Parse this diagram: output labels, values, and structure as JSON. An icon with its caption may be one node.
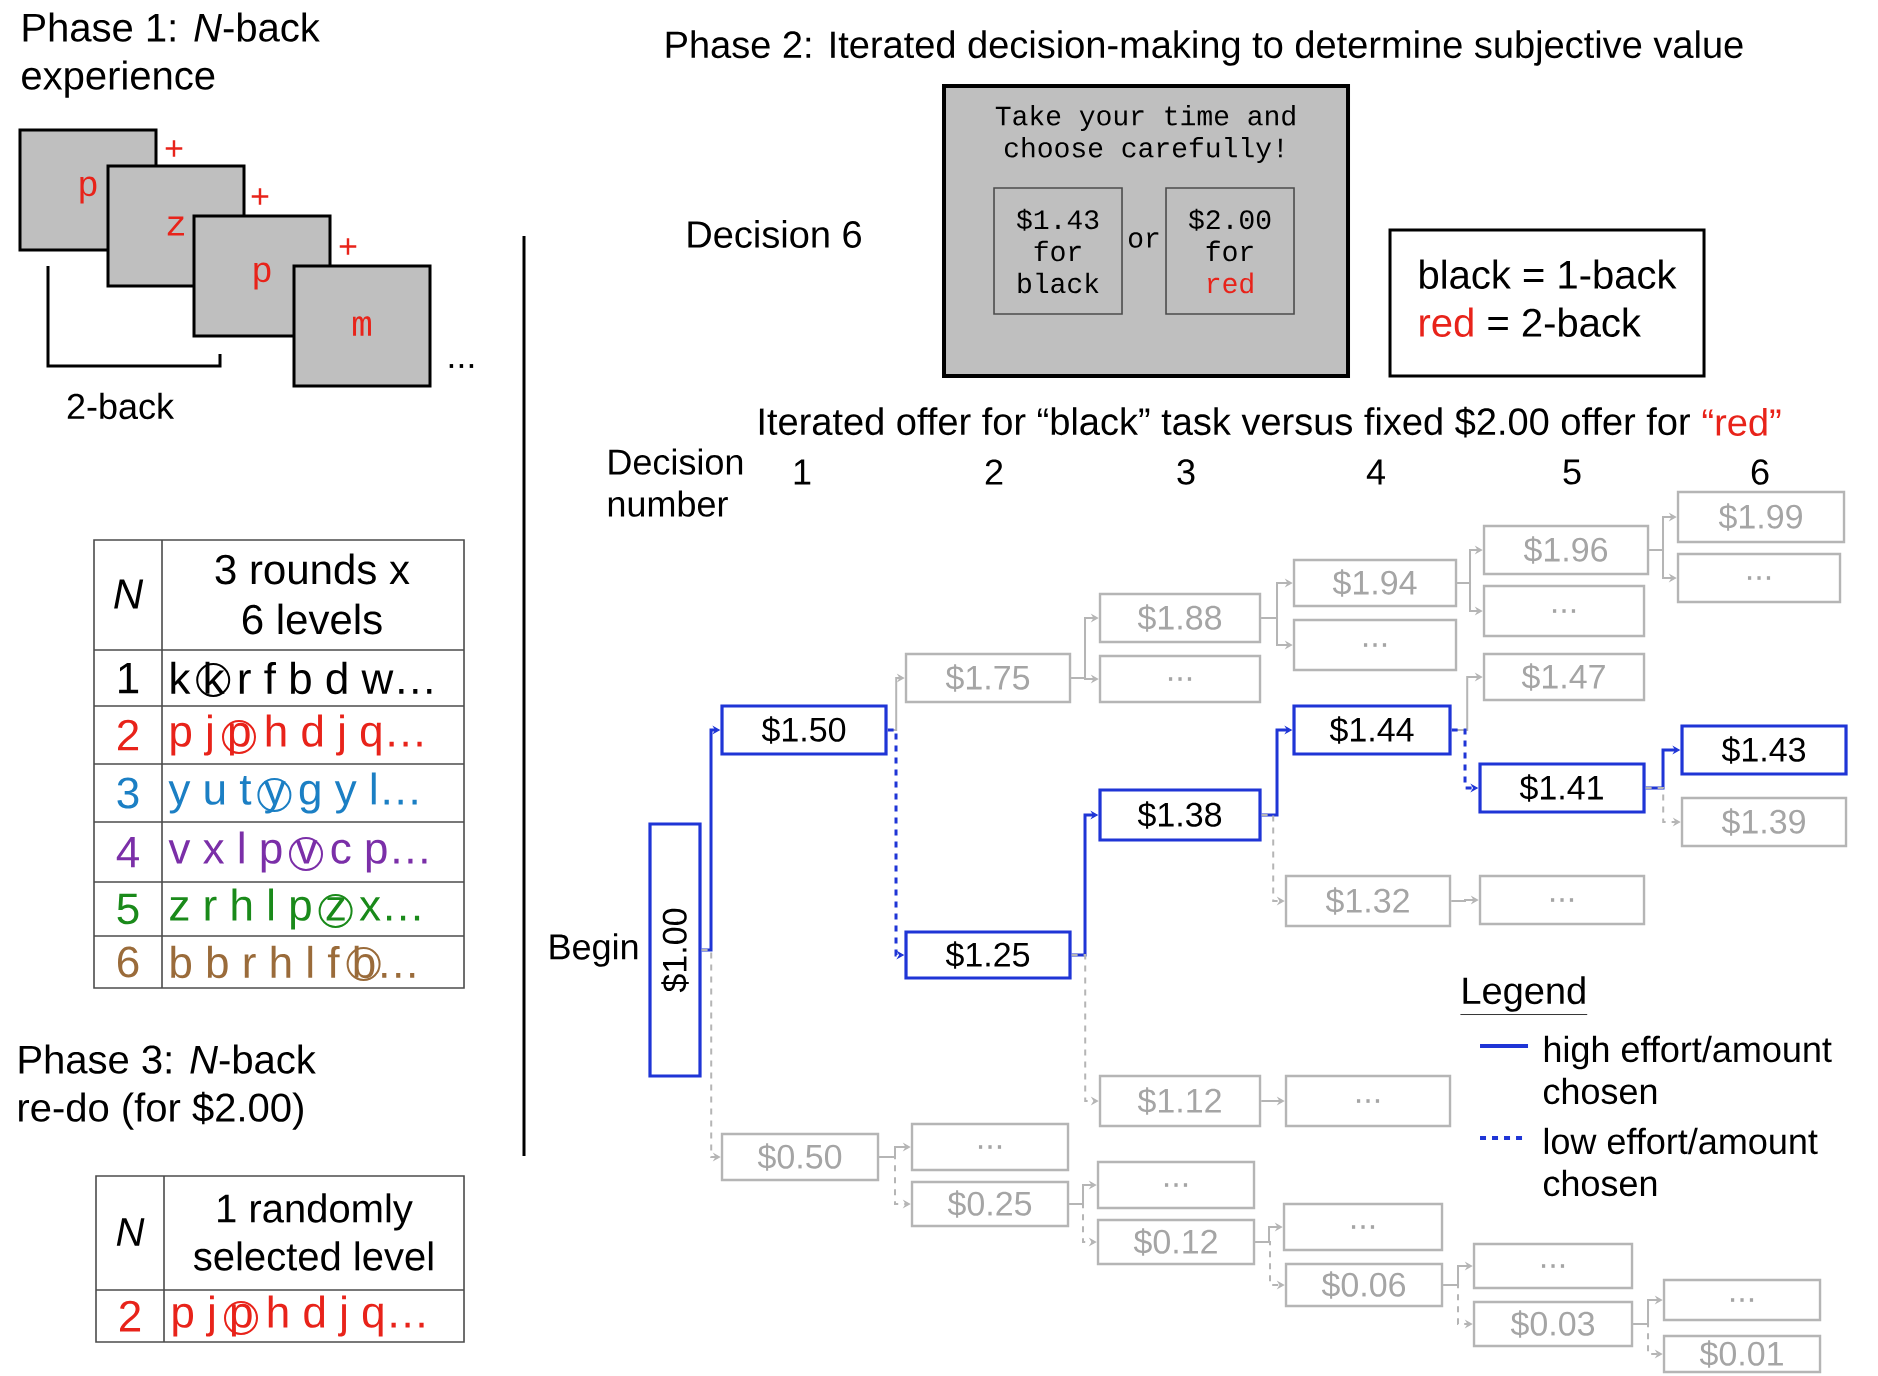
{
  "diagram": {
    "title": "Phase 2: Iterated decision-making to determine subjective value",
    "nodes": [
      {
        "text": [
          "p"
        ]
      },
      {
        "text": [
          "z"
        ]
      },
      {
        "text": [
          "p"
        ]
      },
      {
        "text": [
          "m"
        ],
        "beside": [
          "..."
        ]
      },
      {
        "text": [
          "Take your time and choose carefully!",
          "or"
        ]
      },
      {
        "text": [
          "$1.43 for black"
        ],
        "in": 4
      },
      {
        "text": [
          "$2.00 for",
          "red"
        ],
        "in": 4
      },
      {
        "text": [
          "black = 1-back",
          "red",
          "= 2-back"
        ]
      },
      {
        "text": [
          "$1.00"
        ],
        "beside": [
          "Begin"
        ]
      },
      {
        "text": [
          "$1.50"
        ]
      },
      {
        "text": [
          "$0.50"
        ]
      },
      {
        "text": [
          "$1.75"
        ]
      },
      {
        "text": [
          "$1.25"
        ]
      },
      {
        "text": [
          "..."
        ]
      },
      {
        "text": [
          "$0.25"
        ]
      },
      {
        "text": [
          "$1.88"
        ]
      },
      {
        "text": [
          "..."
        ]
      },
      {
        "text": [
          "$1.38"
        ]
      },
      {
        "text": [
          "$1.12"
        ]
      },
      {
        "text": [
          "..."
        ]
      },
      {
        "text": [
          "$0.12"
        ]
      },
      {
        "text": [
          "$1.94"
        ]
      },
      {
        "text": [
          "..."
        ]
      },
      {
        "text": [
          "$1.44"
        ]
      },
      {
        "text": [
          "$1.32"
        ]
      },
      {
        "text": [
          "..."
        ]
      },
      {
        "text": [
          "..."
        ]
      },
      {
        "text": [
          "$0.06"
        ]
      },
      {
        "text": [
          "$1.96"
        ]
      },
      {
        "text": [
          "..."
        ]
      },
      {
        "text": [
          "$1.47"
        ]
      },
      {
        "text": [
          "$1.41"
        ]
      },
      {
        "text": [
          "..."
        ]
      },
      {
        "text": [
          "..."
        ]
      },
      {
        "text": [
          "$0.03"
        ]
      },
      {
        "text": [
          "$1.99"
        ]
      },
      {
        "text": [
          "..."
        ]
      },
      {
        "text": [
          "$1.43"
        ]
      },
      {
        "text": [
          "$1.39"
        ]
      },
      {
        "text": [
          "..."
        ]
      },
      {
        "text": [
          "$0.01"
        ]
      }
    ],
    "edges": [
      {
        "from": 8,
        "to": 9,
        "arrow": "to",
        "color": "#1f35d6"
      },
      {
        "from": 8,
        "to": 10,
        "arrow": "to",
        "style": "dashed"
      },
      {
        "from": 9,
        "to": 11,
        "arrow": "to"
      },
      {
        "from": 9,
        "to": 12,
        "arrow": "to",
        "style": "dashed",
        "color": "#1f35d6"
      },
      {
        "from": 10,
        "to": 13,
        "arrow": "to"
      },
      {
        "from": 10,
        "to": 14,
        "arrow": "to",
        "style": "dashed"
      },
      {
        "from": 11,
        "to": 15,
        "arrow": "to"
      },
      {
        "from": 11,
        "to": 16,
        "arrow": "to"
      },
      {
        "from": 12,
        "to": 17,
        "arrow": "to",
        "color": "#1f35d6"
      },
      {
        "from": 12,
        "to": 18,
        "arrow": "to",
        "style": "dashed"
      },
      {
        "from": 14,
        "to": 19,
        "arrow": "to"
      },
      {
        "from": 14,
        "to": 20,
        "arrow": "to",
        "style": "dashed"
      },
      {
        "from": 15,
        "to": 21,
        "arrow": "to"
      },
      {
        "from": 15,
        "to": 22,
        "arrow": "to"
      },
      {
        "from": 17,
        "to": 23,
        "arrow": "to",
        "color": "#1f35d6"
      },
      {
        "from": 17,
        "to": 24,
        "arrow": "to",
        "style": "dashed"
      },
      {
        "from": 18,
        "to": 25,
        "arrow": "to"
      },
      {
        "from": 20,
        "to": 26,
        "arrow": "to"
      },
      {
        "from": 20,
        "to": 27,
        "arrow": "to",
        "style": "dashed"
      },
      {
        "from": 21,
        "to": 28,
        "arrow": "to"
      },
      {
        "from": 21,
        "to": 29,
        "arrow": "to"
      },
      {
        "from": 23,
        "to": 30,
        "arrow": "to"
      },
      {
        "from": 23,
        "to": 31,
        "arrow": "to",
        "style": "dashed",
        "color": "#1f35d6"
      },
      {
        "from": 24,
        "to": 32,
        "arrow": "to"
      },
      {
        "from": 27,
        "to": 33,
        "arrow": "to"
      },
      {
        "from": 27,
        "to": 34,
        "arrow": "to",
        "style": "dashed"
      },
      {
        "from": 28,
        "to": 35,
        "arrow": "to"
      },
      {
        "from": 28,
        "to": 36,
        "arrow": "to"
      },
      {
        "from": 31,
        "to": 37,
        "arrow": "to",
        "color": "#1f35d6"
      },
      {
        "from": 31,
        "to": 38,
        "arrow": "to",
        "style": "dashed"
      },
      {
        "from": 34,
        "to": 39,
        "arrow": "to"
      },
      {
        "from": 34,
        "to": 40,
        "arrow": "to",
        "style": "dashed"
      }
    ],
    "labels": [
      "Phase 1: *N*-back experience",
      "+",
      "+",
      "+",
      "2-back",
      "N",
      "3 rounds x 6 levels",
      "1",
      "k k r f b d w…",
      "2",
      "p j p h d j q…",
      "3",
      "y u t y g y l…",
      "4",
      "v x l p v c p…",
      "5",
      "z r h l p z x…",
      "6",
      "b b r h l f b…",
      "Phase 3: *N*-back re-do (for $2.00)",
      "N",
      "1 randomly selected level",
      "2",
      "p j p h d j q…",
      "Decision 6",
      "Iterated offer for “black” task versus fixed $2.00 offer for",
      "“red”",
      "Decision number",
      "1",
      "2",
      "3",
      "4",
      "5",
      "6",
      "Legend"
    ],
    "legend": [
      {
        "text": "high effort/amount chosen"
      },
      {
        "text": "low effort/amount chosen"
      }
    ]
  }
}
